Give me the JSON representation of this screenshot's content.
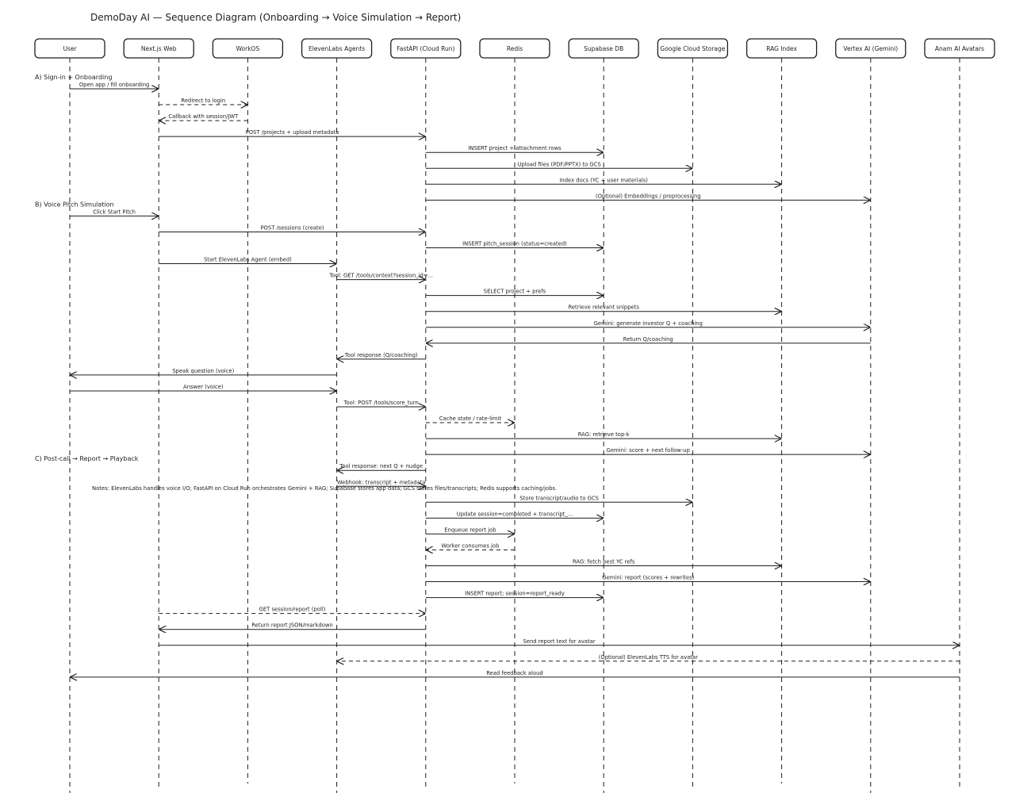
{
  "title": "DemoDay AI — Sequence Diagram (Onboarding → Voice Simulation → Report)",
  "actors": [
    "User",
    "Next.js Web",
    "WorkOS",
    "ElevenLabs Agents",
    "FastAPI (Cloud Run)",
    "Redis",
    "Supabase DB",
    "Google Cloud Storage",
    "RAG Index",
    "Vertex AI (Gemini)",
    "Anam AI Avatars"
  ],
  "sections": [
    {
      "label": "A) Sign-in + Onboarding",
      "before": 0
    },
    {
      "label": "B) Voice Pitch Simulation",
      "before": 8
    },
    {
      "label": "C) Post-call → Report → Playback",
      "before": 24
    }
  ],
  "note": "Notes: ElevenLabs handles voice I/O; FastAPI on Cloud Run orchestrates Gemini + RAG; Supabase stores app data; GCS stores files/transcripts; Redis supports caching/jobs.",
  "messages": [
    {
      "from": 0,
      "to": 1,
      "label": "Open app / fill onboarding",
      "dashed": false
    },
    {
      "from": 1,
      "to": 2,
      "label": "Redirect to login",
      "dashed": true
    },
    {
      "from": 2,
      "to": 1,
      "label": "Callback with session/JWT",
      "dashed": true
    },
    {
      "from": 1,
      "to": 4,
      "label": "POST /projects + upload metadata",
      "dashed": false
    },
    {
      "from": 4,
      "to": 6,
      "label": "INSERT project + attachment rows",
      "dashed": false
    },
    {
      "from": 4,
      "to": 7,
      "label": "Upload files (PDF/PPTX) to GCS",
      "dashed": false
    },
    {
      "from": 4,
      "to": 8,
      "label": "Index docs (YC + user materials)",
      "dashed": false
    },
    {
      "from": 4,
      "to": 9,
      "label": "(Optional) Embeddings / preprocessing",
      "dashed": false
    },
    {
      "from": 0,
      "to": 1,
      "label": "Click Start Pitch",
      "dashed": false
    },
    {
      "from": 1,
      "to": 4,
      "label": "POST /sessions (create)",
      "dashed": false
    },
    {
      "from": 4,
      "to": 6,
      "label": "INSERT pitch_session (status=created)",
      "dashed": false
    },
    {
      "from": 1,
      "to": 3,
      "label": "Start ElevenLabs Agent (embed)",
      "dashed": false
    },
    {
      "from": 3,
      "to": 4,
      "label": "Tool: GET /tools/context?session_id=...",
      "dashed": false
    },
    {
      "from": 4,
      "to": 6,
      "label": "SELECT project + prefs",
      "dashed": false
    },
    {
      "from": 4,
      "to": 8,
      "label": "Retrieve relevant snippets",
      "dashed": false
    },
    {
      "from": 4,
      "to": 9,
      "label": "Gemini: generate investor Q + coaching",
      "dashed": false
    },
    {
      "from": 9,
      "to": 4,
      "label": "Return Q/coaching",
      "dashed": false
    },
    {
      "from": 4,
      "to": 3,
      "label": "Tool response (Q/coaching)",
      "dashed": false
    },
    {
      "from": 3,
      "to": 0,
      "label": "Speak question (voice)",
      "dashed": false
    },
    {
      "from": 0,
      "to": 3,
      "label": "Answer (voice)",
      "dashed": false
    },
    {
      "from": 3,
      "to": 4,
      "label": "Tool: POST /tools/score_turn",
      "dashed": false
    },
    {
      "from": 4,
      "to": 5,
      "label": "Cache state / rate-limit",
      "dashed": true
    },
    {
      "from": 4,
      "to": 8,
      "label": "RAG: retrieve top-k",
      "dashed": false
    },
    {
      "from": 4,
      "to": 9,
      "label": "Gemini: score + next follow-up",
      "dashed": false
    },
    {
      "from": 4,
      "to": 3,
      "label": "Tool response: next Q + nudge",
      "dashed": false
    },
    {
      "from": 3,
      "to": 4,
      "label": "Webhook: transcript + metadata",
      "dashed": false
    },
    {
      "from": 4,
      "to": 7,
      "label": "Store transcript/audio to GCS",
      "dashed": false
    },
    {
      "from": 4,
      "to": 6,
      "label": "Update session=completed + transcript_...",
      "dashed": false
    },
    {
      "from": 4,
      "to": 5,
      "label": "Enqueue report job",
      "dashed": false
    },
    {
      "from": 5,
      "to": 4,
      "label": "Worker consumes job",
      "dashed": true
    },
    {
      "from": 4,
      "to": 8,
      "label": "RAG: fetch best YC refs",
      "dashed": false
    },
    {
      "from": 4,
      "to": 9,
      "label": "Gemini: report (scores + rewrites)",
      "dashed": false
    },
    {
      "from": 4,
      "to": 6,
      "label": "INSERT report; session=report_ready",
      "dashed": false
    },
    {
      "from": 1,
      "to": 4,
      "label": "GET session/report (poll)",
      "dashed": true
    },
    {
      "from": 4,
      "to": 1,
      "label": "Return report JSON/markdown",
      "dashed": false
    },
    {
      "from": 1,
      "to": 10,
      "label": "Send report text for avatar",
      "dashed": false
    },
    {
      "from": 10,
      "to": 3,
      "label": "(Optional) ElevenLabs TTS for avatar",
      "dashed": true
    },
    {
      "from": 10,
      "to": 0,
      "label": "Read feedback aloud",
      "dashed": false
    }
  ]
}
